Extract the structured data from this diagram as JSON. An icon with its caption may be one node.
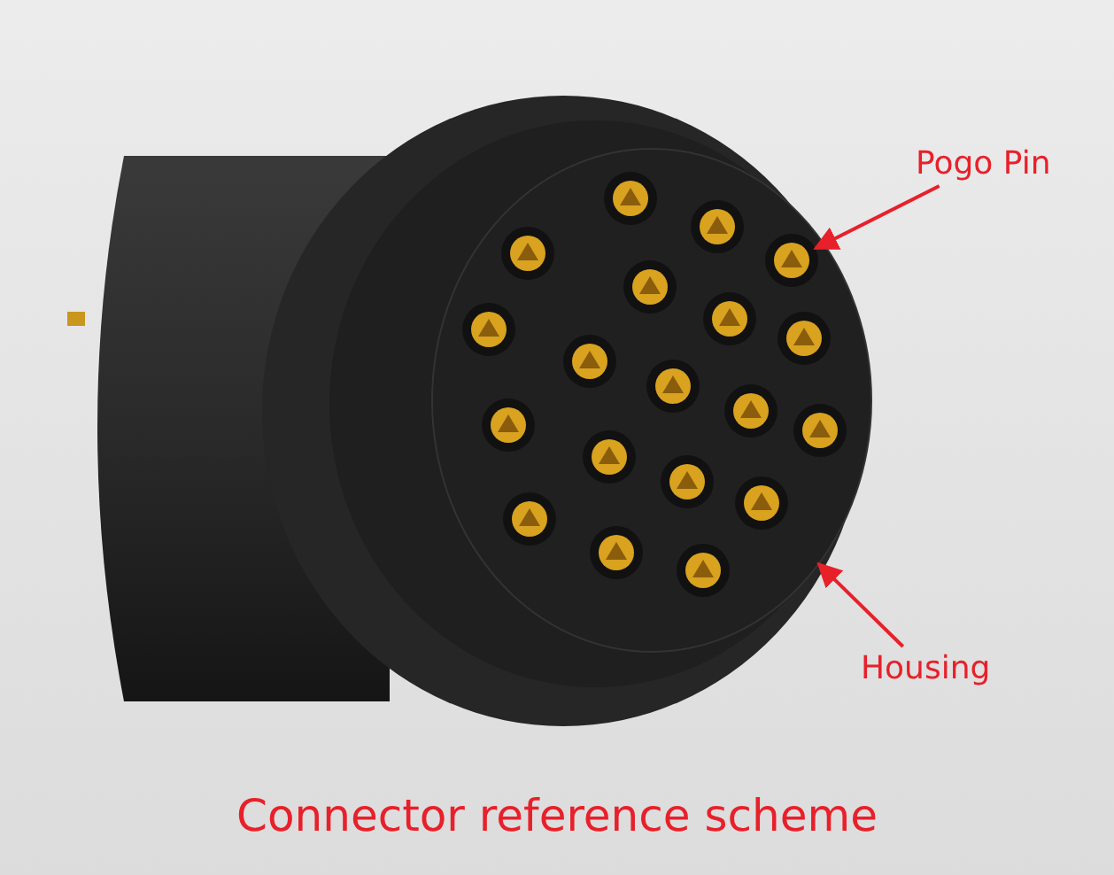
{
  "diagram": {
    "caption": "Connector reference scheme",
    "nodes": [
      {
        "text": [
          "Pogo Pin"
        ]
      },
      {
        "text": [
          "Housing"
        ]
      },
      {
        "text": [],
        "shape": "picture",
        "in": 3
      },
      {
        "text": [],
        "shape": "picture"
      }
    ],
    "edges": [
      {
        "from": 0,
        "to": 2,
        "arrow": "to"
      },
      {
        "from": 1,
        "to": 3,
        "arrow": "to"
      }
    ]
  }
}
